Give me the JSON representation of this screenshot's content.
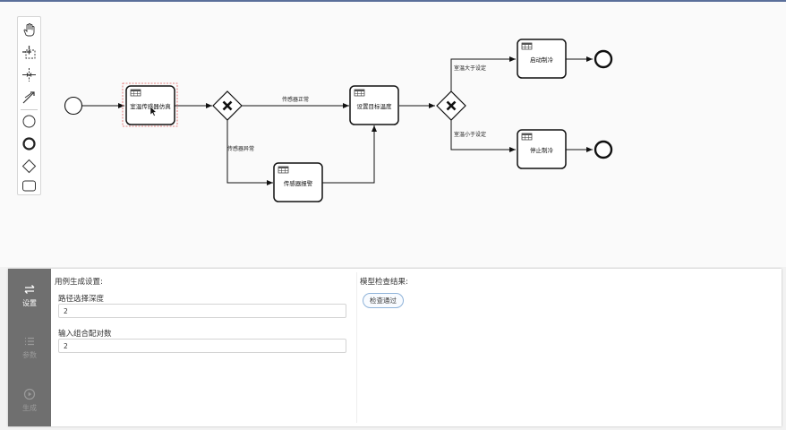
{
  "colors": {
    "accent": "#5a6f9a",
    "sidebar": "#6f6f6f",
    "badge_border": "#8fb3d9",
    "selection": "#e06060"
  },
  "palette": {
    "tools": [
      {
        "icon": "hand-tool-icon"
      },
      {
        "icon": "lasso-tool-icon"
      },
      {
        "icon": "space-tool-icon"
      },
      {
        "icon": "connect-tool-icon"
      },
      {
        "icon": "start-event-icon"
      },
      {
        "icon": "end-event-icon"
      },
      {
        "icon": "gateway-icon"
      },
      {
        "icon": "task-icon"
      }
    ]
  },
  "diagram": {
    "tasks": {
      "sensor_sim": "室温传感器仿真",
      "set_target": "设置目标温度",
      "sensor_alarm": "传感器报警",
      "start_cooling": "启动制冷",
      "stop_cooling": "停止制冷"
    },
    "edges": {
      "sensor_ok": "传感器正常",
      "sensor_error": "传感器异常",
      "temp_above": "室温大于设定",
      "temp_below": "室温小于设定"
    }
  },
  "sidebar": {
    "tabs": [
      {
        "label": "设置",
        "icon": "swap-icon",
        "active": true
      },
      {
        "label": "参数",
        "icon": "list-icon",
        "active": false
      },
      {
        "label": "生成",
        "icon": "play-icon",
        "active": false
      }
    ]
  },
  "settings": {
    "title": "用例生成设置:",
    "depth_label": "路径选择深度",
    "depth_value": "2",
    "pairs_label": "输入组合配对数",
    "pairs_value": "2"
  },
  "check": {
    "title": "模型检查结果:",
    "result": "检查通过"
  }
}
